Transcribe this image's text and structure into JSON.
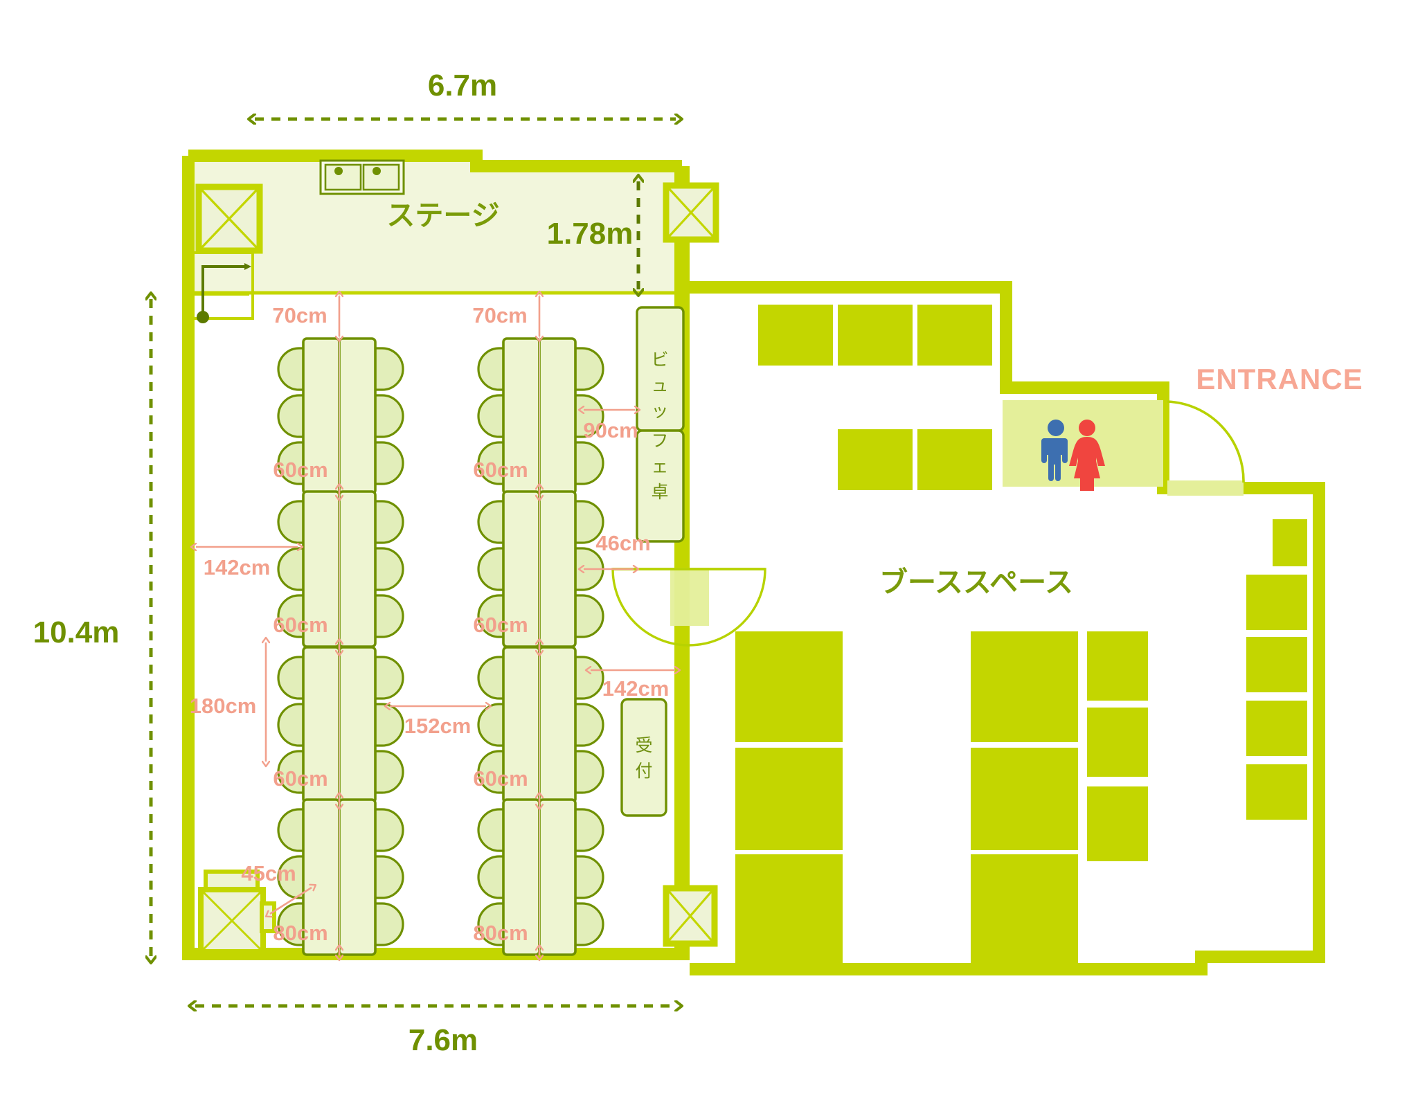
{
  "plan": {
    "title": "Event hall floor plan",
    "colors": {
      "wall": "#c3d600",
      "wall_stroke": "#c3d600",
      "room_fill": "#f2f6dc",
      "furniture_fill": "#e8f0c4",
      "furniture_stroke": "#6f9000",
      "booth_fill": "#c3d600",
      "dim_green": "#6f9000",
      "dim_pink": "#f2a08c",
      "entrance_pink": "#f7a794",
      "label_green": "#7a9b09",
      "male_icon": "#3d6fb0",
      "female_icon": "#f0453f",
      "white": "#ffffff"
    },
    "overall_dimensions": [
      {
        "name": "top-width",
        "value": "6.7m",
        "orientation": "horizontal"
      },
      {
        "name": "left-height",
        "value": "10.4m",
        "orientation": "vertical"
      },
      {
        "name": "bottom-width",
        "value": "7.6m",
        "orientation": "horizontal"
      },
      {
        "name": "stage-depth",
        "value": "1.78m",
        "orientation": "vertical"
      }
    ],
    "zones": [
      {
        "name": "stage",
        "label": "ステージ"
      },
      {
        "name": "booth-space",
        "label": "ブーススペース"
      },
      {
        "name": "buffet-table",
        "label": "ビュッフェ卓"
      },
      {
        "name": "reception-desk",
        "label": "受付"
      },
      {
        "name": "entrance",
        "label": "ENTRANCE"
      },
      {
        "name": "restroom",
        "label": ""
      }
    ],
    "clearances": [
      {
        "id": "c1",
        "value": "70cm",
        "axis": "vertical",
        "note": "stage edge to table row 1 left column"
      },
      {
        "id": "c2",
        "value": "70cm",
        "axis": "vertical",
        "note": "stage edge to table row 1 right column"
      },
      {
        "id": "c3",
        "value": "90cm",
        "axis": "horizontal",
        "note": "right column table to buffet table"
      },
      {
        "id": "c4",
        "value": "60cm",
        "axis": "vertical",
        "note": "row1 to row2, left column"
      },
      {
        "id": "c5",
        "value": "60cm",
        "axis": "vertical",
        "note": "row1 to row2, right column"
      },
      {
        "id": "c6",
        "value": "142cm",
        "axis": "horizontal",
        "note": "left wall to left column tables"
      },
      {
        "id": "c7",
        "value": "46cm",
        "axis": "horizontal",
        "note": "right column table to doorway"
      },
      {
        "id": "c8",
        "value": "60cm",
        "axis": "vertical",
        "note": "row2 to row3, left column"
      },
      {
        "id": "c9",
        "value": "60cm",
        "axis": "vertical",
        "note": "row2 to row3, right column"
      },
      {
        "id": "c10",
        "value": "180cm",
        "axis": "vertical",
        "note": "table length, left column row 3"
      },
      {
        "id": "c11",
        "value": "152cm",
        "axis": "horizontal",
        "note": "between left and right table columns"
      },
      {
        "id": "c12",
        "value": "142cm",
        "axis": "horizontal",
        "note": "right column tables to right wall"
      },
      {
        "id": "c13",
        "value": "60cm",
        "axis": "vertical",
        "note": "row3 to row4, left column"
      },
      {
        "id": "c14",
        "value": "60cm",
        "axis": "vertical",
        "note": "row3 to row4, right column"
      },
      {
        "id": "c15",
        "value": "45cm",
        "axis": "diagonal",
        "note": "corner fixture to table row 4"
      },
      {
        "id": "c16",
        "value": "80cm",
        "axis": "vertical",
        "note": "row4 table to bottom wall, left column"
      },
      {
        "id": "c17",
        "value": "80cm",
        "axis": "vertical",
        "note": "row4 table to bottom wall, right column"
      }
    ],
    "banquet_tables": {
      "count": 8,
      "columns": 2,
      "rows": 4,
      "chairs_per_side": 3
    },
    "booths": {
      "top_cluster_count": 5,
      "left_cluster_count": 3,
      "center_cluster_count": 3,
      "center_right_cluster_count": 4,
      "right_column_count": 5
    }
  }
}
